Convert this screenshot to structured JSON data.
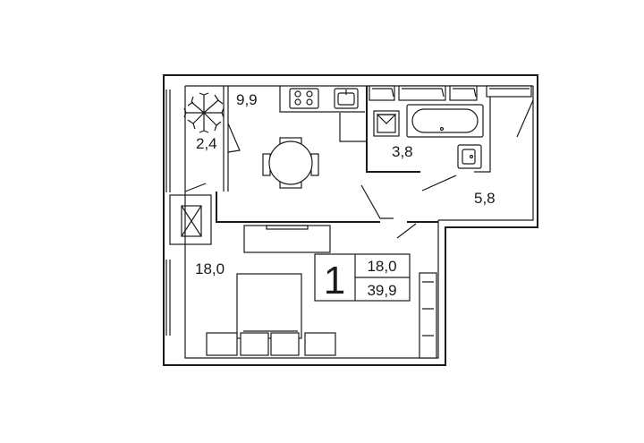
{
  "rooms": {
    "balcony_area": "2,4",
    "kitchen_area": "9,9",
    "bathroom_area": "3,8",
    "hall_area": "5,8",
    "bedroom_area": "18,0"
  },
  "summary": {
    "rooms_count": "1",
    "living_area": "18,0",
    "total_area": "39,9"
  },
  "icons": {
    "plant": "plant-icon",
    "stove": "stove-icon",
    "sink": "sink-icon",
    "bathtub": "bathtub-icon",
    "shower": "shower-icon",
    "toilet": "toilet-icon",
    "table": "dining-table-icon",
    "bed": "bed-icon"
  },
  "colors": {
    "ink": "#1a1a1a",
    "background": "#ffffff"
  }
}
